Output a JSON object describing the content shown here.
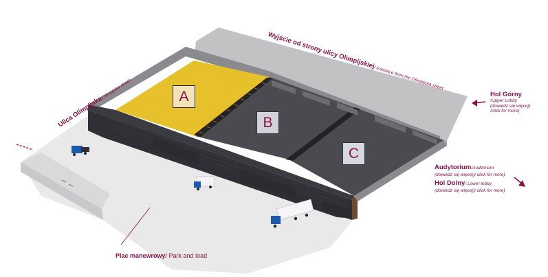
{
  "colors": {
    "brand": "#8a1148",
    "hall_a": "#e7c12c",
    "hall_floor": "#4a4a50",
    "facade": "#2f2f35",
    "ground": "#e9e9ea",
    "wall_top": "#c2c2c5"
  },
  "street_top": {
    "pl": "Wyjście od strony ulicy Olimpijskiej",
    "en": "/ Entrance from the Olimpijska street"
  },
  "street_left": {
    "pl": "Ulica Olimpijska",
    "en": "/Olimpijska street"
  },
  "halls": [
    {
      "label": "A"
    },
    {
      "label": "B"
    },
    {
      "label": "C"
    }
  ],
  "upper_lobby": {
    "title": "Hol Górny",
    "en": "/Upper Lobby",
    "more_pl": "(dowiedz się więcej)",
    "more_en": "/click for more)",
    "arrow_icon": "arrow-left-icon"
  },
  "auditorium": {
    "title": "Audytorium",
    "en": "/Auditorium",
    "more": "(dowiedz się więcej)/ click for more)"
  },
  "lower_lobby": {
    "title": "Hol Dolny",
    "en": "/ Lower lobby",
    "more": "(dowiedz się więcej)/ click for more)",
    "arrow_icon": "arrow-down-right-icon"
  },
  "park": {
    "pl": "Plac manewrowy",
    "en": "/ Park and load"
  }
}
